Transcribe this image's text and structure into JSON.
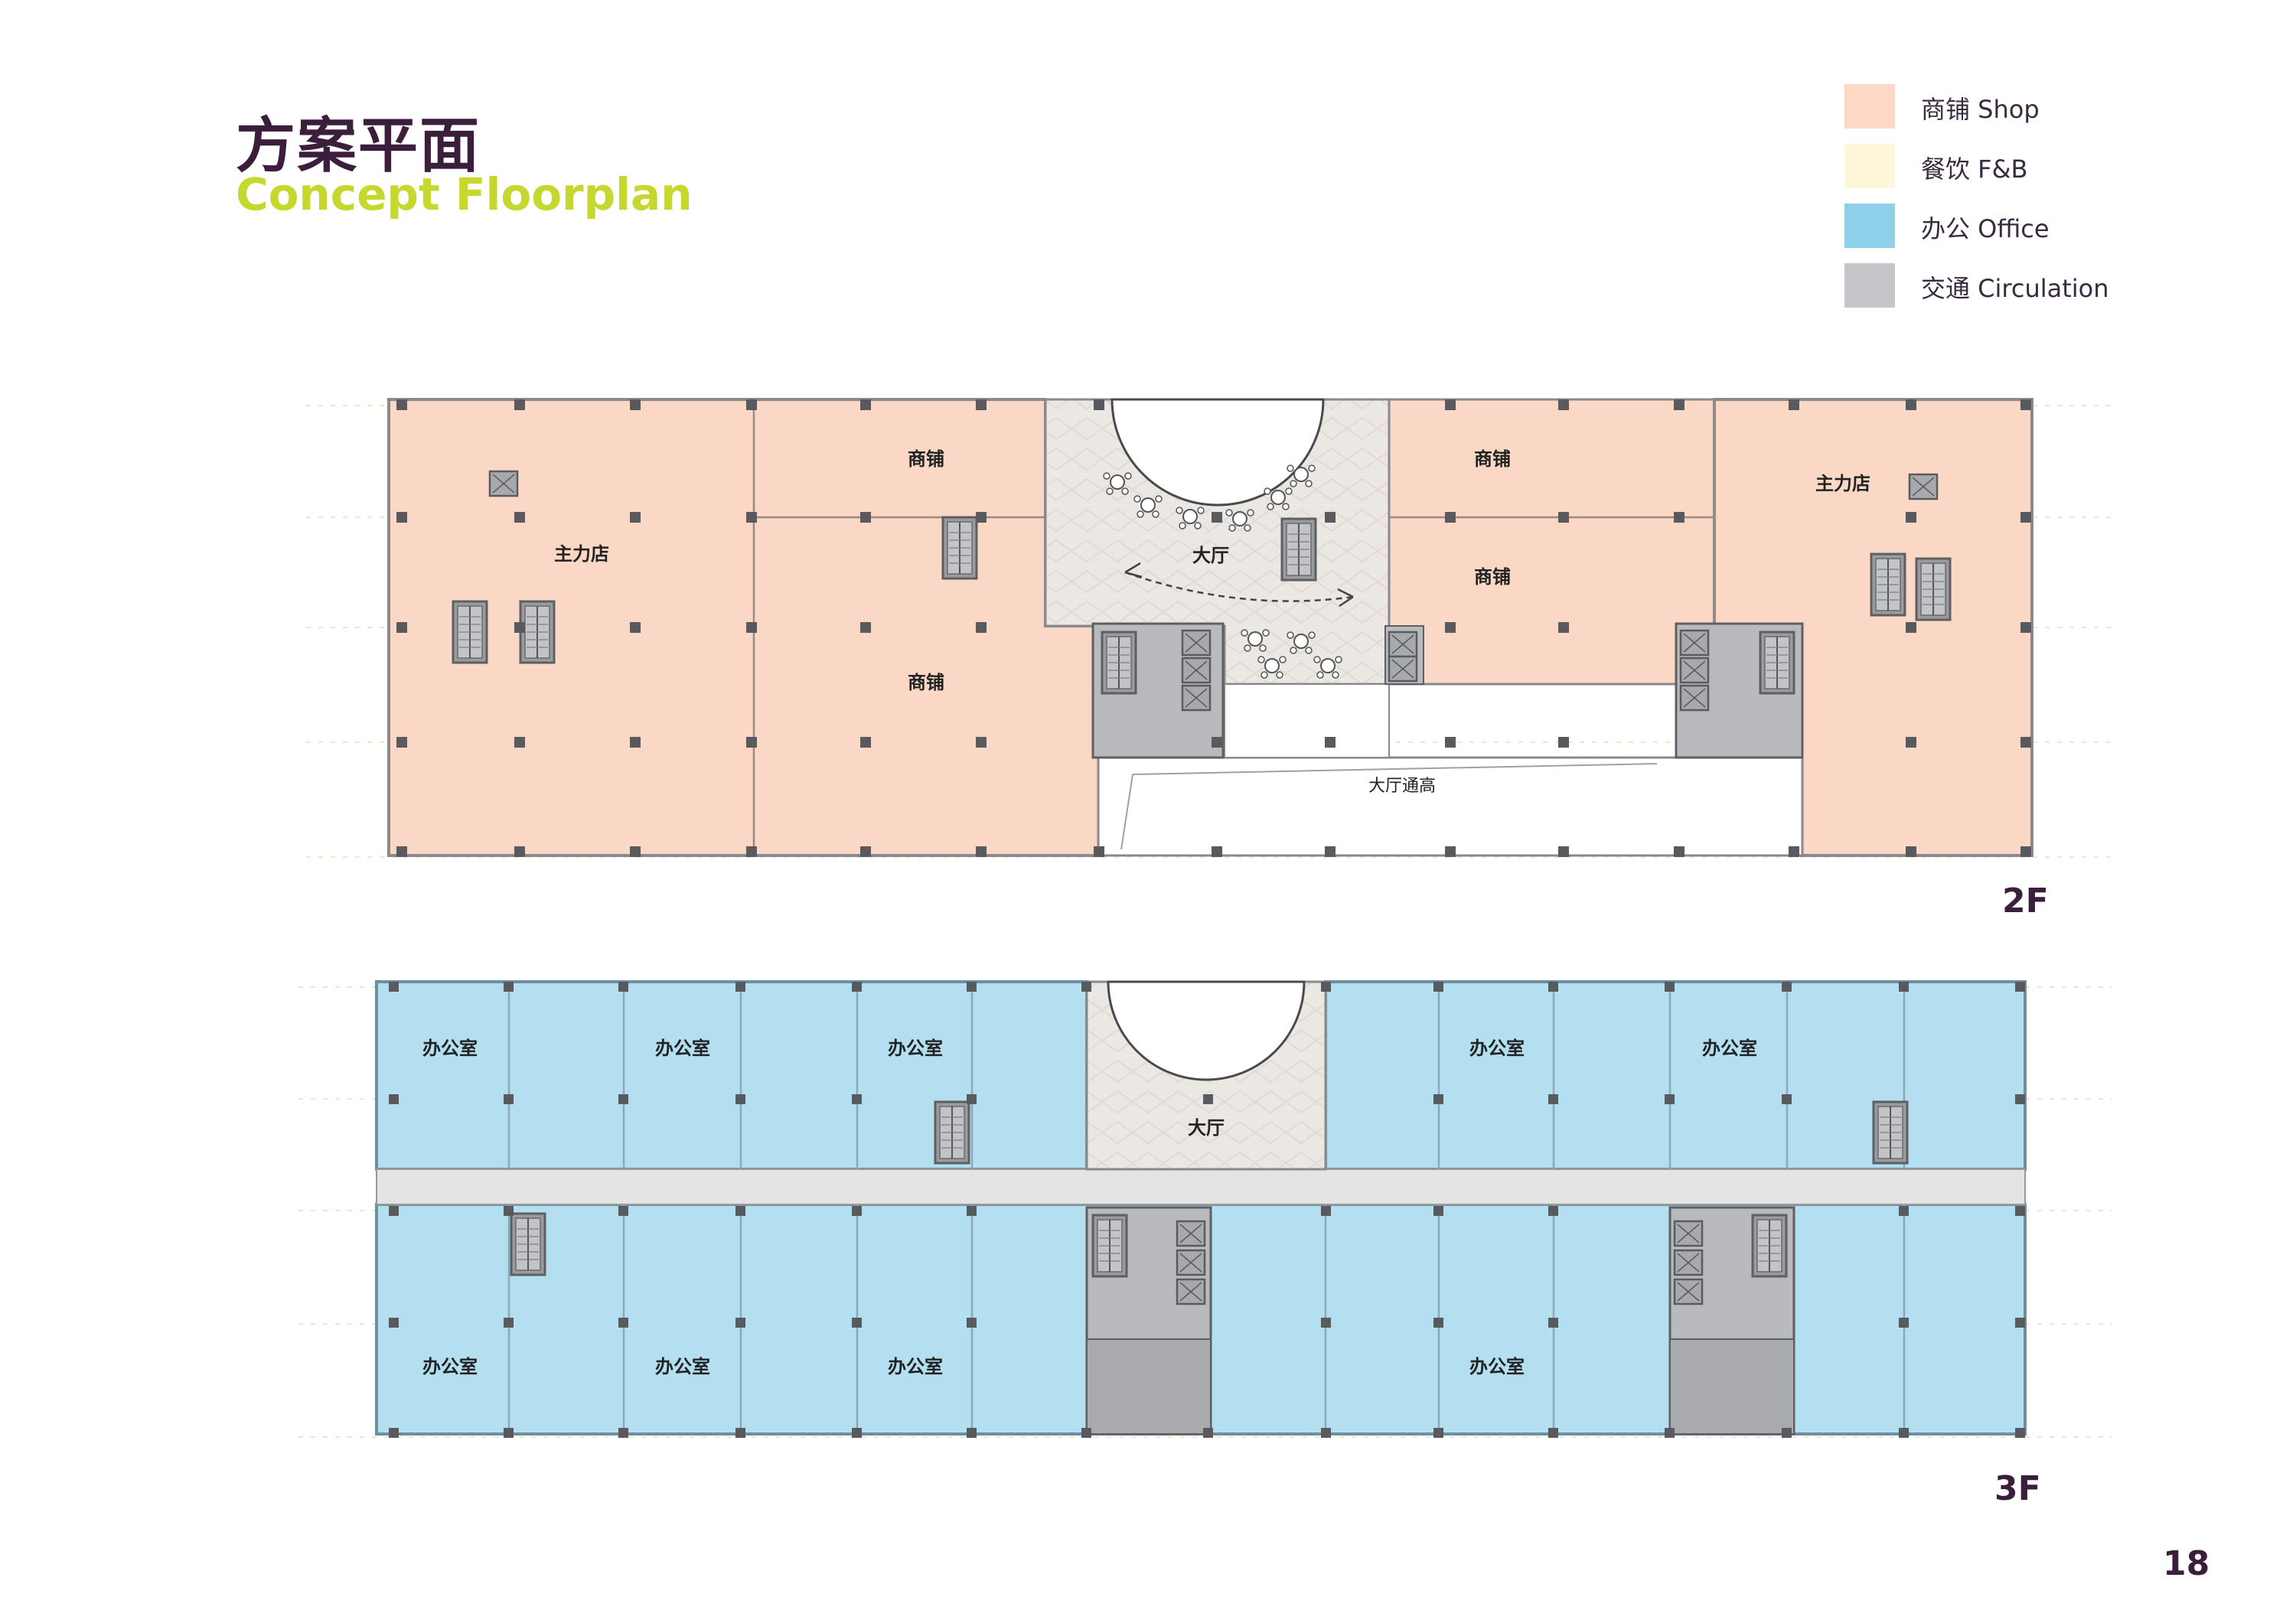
{
  "header": {
    "title_cn": "方案平面",
    "title_en": "Concept Floorplan"
  },
  "legend": [
    {
      "label": "商铺 Shop",
      "color": "#fdd9c5",
      "icon": "shop-swatch"
    },
    {
      "label": "餐饮 F&B",
      "color": "#fdf6d8",
      "icon": "fnb-swatch"
    },
    {
      "label": "办公 Office",
      "color": "#8ecfea",
      "icon": "office-swatch"
    },
    {
      "label": "交通 Circulation",
      "color": "#c5c6c9",
      "icon": "circulation-swatch"
    }
  ],
  "colors": {
    "shop": "#fbd8c6",
    "office": "#b3dff0",
    "circulation": "#b9babd",
    "lobby": "#e9e5e1",
    "column": "#595a5e",
    "outline": "#8a8a8e"
  },
  "floor2": {
    "label": "2F",
    "rooms": [
      "主力店",
      "商铺",
      "商铺",
      "大厅",
      "商铺",
      "商铺",
      "主力店",
      "大厅通高"
    ]
  },
  "floor3": {
    "label": "3F",
    "rooms": [
      "办公室",
      "办公室",
      "办公室",
      "大厅",
      "办公室",
      "办公室",
      "办公室",
      "办公室",
      "办公室",
      "办公室"
    ]
  },
  "page": {
    "number": "18"
  }
}
